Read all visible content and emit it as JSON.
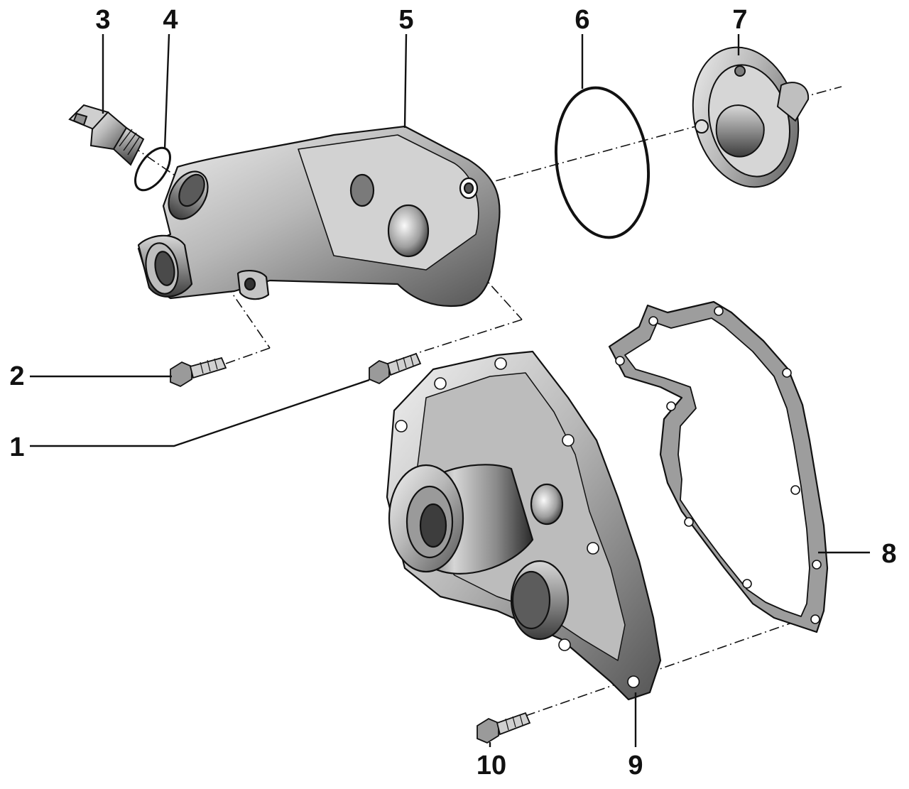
{
  "colors": {
    "ink": "#111111",
    "metal_light": "#e6e6e6",
    "metal_mid": "#a9a9a9",
    "metal_dark": "#4a4a4a",
    "gasket": "#9a9a9a",
    "background": "#ffffff"
  },
  "callouts": {
    "c1": "1",
    "c2": "2",
    "c3": "3",
    "c4": "4",
    "c5": "5",
    "c6": "6",
    "c7": "7",
    "c8": "8",
    "c9": "9",
    "c10": "10"
  }
}
